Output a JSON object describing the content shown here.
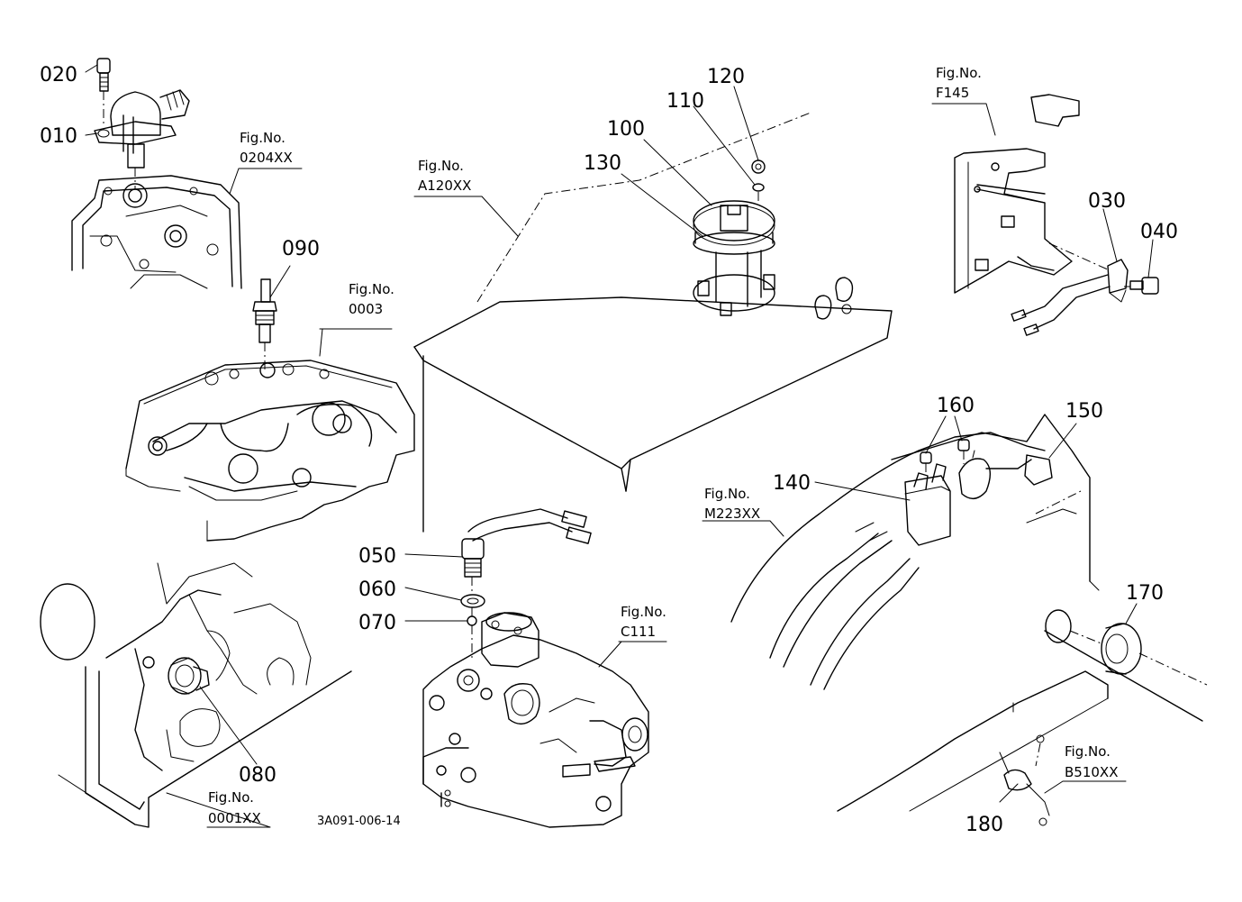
{
  "parts": [
    {
      "id": "p010",
      "label": "010"
    },
    {
      "id": "p020",
      "label": "020"
    },
    {
      "id": "p030",
      "label": "030"
    },
    {
      "id": "p040",
      "label": "040"
    },
    {
      "id": "p050",
      "label": "050"
    },
    {
      "id": "p060",
      "label": "060"
    },
    {
      "id": "p070",
      "label": "070"
    },
    {
      "id": "p080",
      "label": "080"
    },
    {
      "id": "p090",
      "label": "090"
    },
    {
      "id": "p100",
      "label": "100"
    },
    {
      "id": "p110",
      "label": "110"
    },
    {
      "id": "p120",
      "label": "120"
    },
    {
      "id": "p130",
      "label": "130"
    },
    {
      "id": "p140",
      "label": "140"
    },
    {
      "id": "p150",
      "label": "150"
    },
    {
      "id": "p160",
      "label": "160"
    },
    {
      "id": "p170",
      "label": "170"
    },
    {
      "id": "p180",
      "label": "180"
    }
  ],
  "figures": [
    {
      "id": "f0204",
      "title": "Fig.No.",
      "number": "0204XX"
    },
    {
      "id": "f0003",
      "title": "Fig.No.",
      "number": "0003"
    },
    {
      "id": "fA120",
      "title": "Fig.No.",
      "number": "A120XX"
    },
    {
      "id": "fF145",
      "title": "Fig.No.",
      "number": "F145"
    },
    {
      "id": "fM223",
      "title": "Fig.No.",
      "number": "M223XX"
    },
    {
      "id": "fC111",
      "title": "Fig.No.",
      "number": "C111"
    },
    {
      "id": "f0001",
      "title": "Fig.No.",
      "number": "0001XX"
    },
    {
      "id": "fB510",
      "title": "Fig.No.",
      "number": "B510XX"
    }
  ],
  "drawing_code": "3A091-006-14"
}
